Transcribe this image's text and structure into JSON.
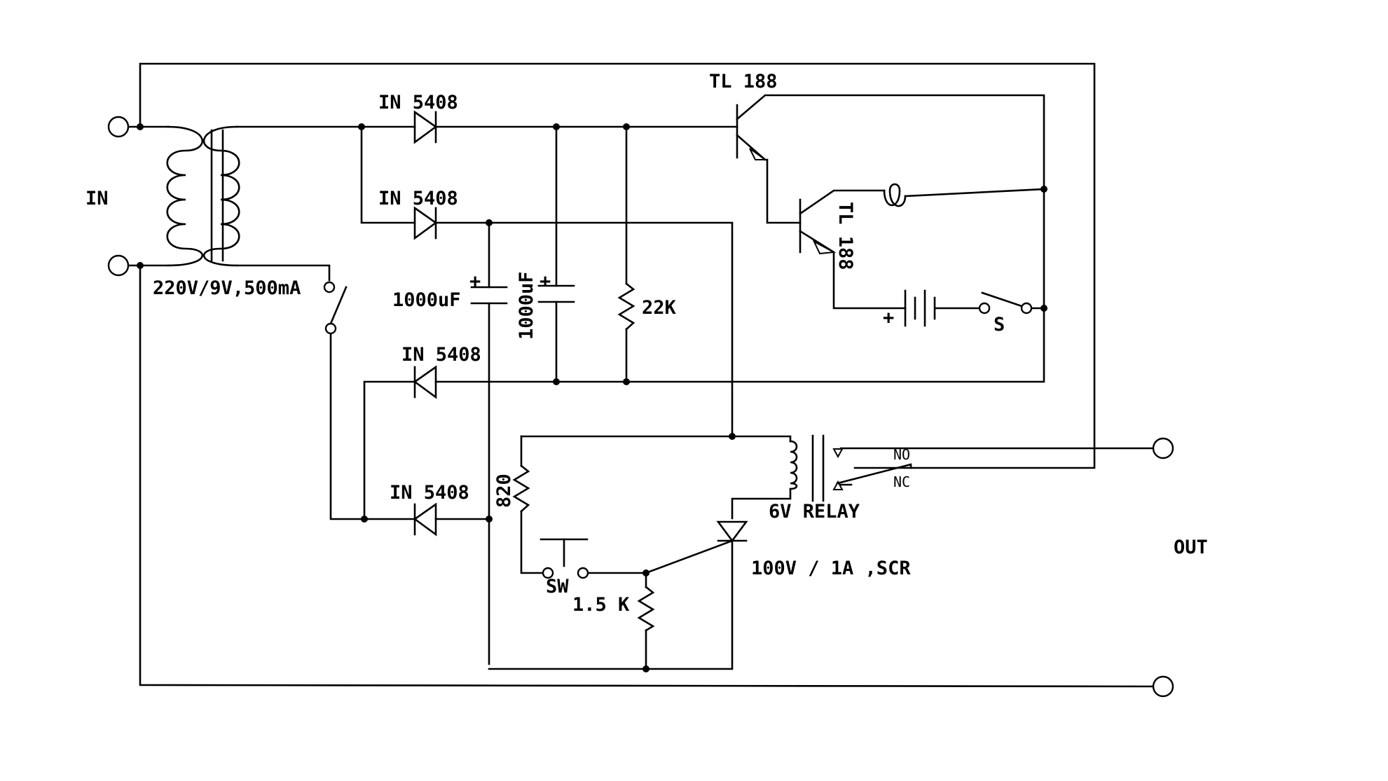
{
  "labels": {
    "input": "IN",
    "transformer": "220V/9V,500mA",
    "diode_1": "IN 5408",
    "diode_2": "IN 5408",
    "diode_3": "IN 5408",
    "diode_4": "IN 5408",
    "capacitor_1": "1000uF",
    "capacitor_2": "1000uF",
    "resistor_22k": "22K",
    "transistor_1": "TL 188",
    "transistor_2": "TL 188",
    "switch_s": "S",
    "resistor_820": "820",
    "switch_sw": "SW",
    "resistor_1k5": "1.5 K",
    "relay": "6V RELAY",
    "relay_no": "NO",
    "relay_nc": "NC",
    "scr": "100V / 1A ,SCR",
    "output": "OUT"
  }
}
